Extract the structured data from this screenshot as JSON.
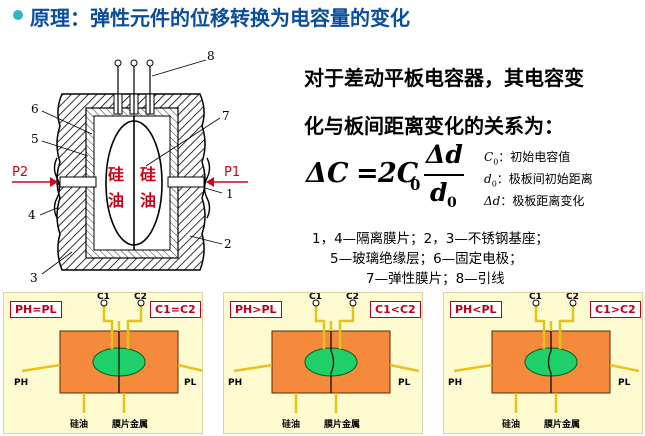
{
  "header": {
    "title": "原理：弹性元件的位移转换为电容量的变化"
  },
  "intro": {
    "line1": "对于差动平板电容器，其电容变",
    "line2": "化与板间距离变化的关系为："
  },
  "formula": {
    "lhs": "ΔC",
    "eq": "=",
    "coef": "2C",
    "coef_sub": "0",
    "numerator": "Δd",
    "denominator": "d",
    "denominator_sub": "0"
  },
  "legend": [
    {
      "sym": "C",
      "sub": "0",
      "desc": "：初始电容值"
    },
    {
      "sym": "d",
      "sub": "0",
      "desc": "：极板间初始距离"
    },
    {
      "sym": "Δd",
      "sub": "",
      "desc": "：极板距离变化"
    }
  ],
  "parts": {
    "line1": "1，4—隔离膜片；2，3—不锈钢基座；",
    "line2": "5—玻璃绝缘层；6—固定电极；",
    "line3": "7—弹性膜片；8—引线"
  },
  "diagram": {
    "fluid_left": "硅",
    "fluid_left2": "油",
    "fluid_right": "硅",
    "fluid_right2": "油",
    "p_left": "P2",
    "p_right": "P1",
    "n1": "1",
    "n2": "2",
    "n3": "3",
    "n4": "4",
    "n5": "5",
    "n6": "6",
    "n7": "7",
    "n8": "8"
  },
  "panels": [
    {
      "left_label": "PH=PL",
      "right_label": "C1=C2",
      "c1": "C1",
      "c2": "C2",
      "ph": "PH",
      "pl": "PL",
      "oil": "硅油",
      "metal": "膜片金属"
    },
    {
      "left_label": "PH>PL",
      "right_label": "C1<C2",
      "c1": "C1",
      "c2": "C2",
      "ph": "PH",
      "pl": "PL",
      "oil": "硅油",
      "metal": "膜片金属"
    },
    {
      "left_label": "PH<PL",
      "right_label": "C1>C2",
      "c1": "C1",
      "c2": "C2",
      "ph": "PH",
      "pl": "PL",
      "oil": "硅油",
      "metal": "膜片金属"
    }
  ],
  "colors": {
    "title": "#0a4d9c",
    "bullet": "#2fb4c8",
    "pressure": "#d0021b",
    "panel_bg": "#fefbd0",
    "block": "#f58a3c",
    "oil": "#1fd06a",
    "arrow": "#e8c21c"
  }
}
